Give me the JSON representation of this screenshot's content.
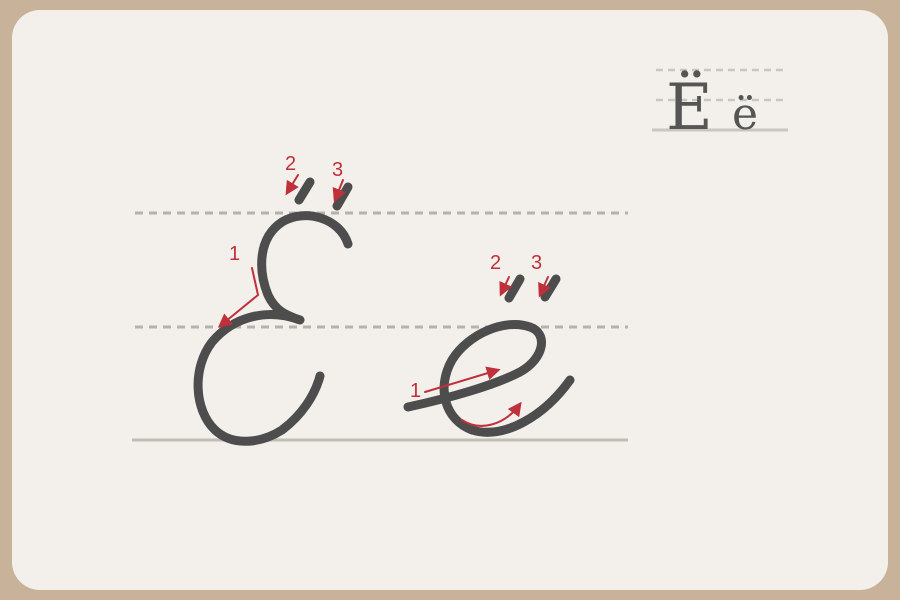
{
  "sample": {
    "uppercase": "Ё",
    "lowercase": "ё"
  },
  "uppercase_guide": {
    "stroke_labels": [
      "1",
      "2",
      "3"
    ]
  },
  "lowercase_guide": {
    "stroke_labels": [
      "1",
      "2",
      "3"
    ]
  },
  "colors": {
    "frame": "#c8b39a",
    "card": "#f3f0eb",
    "letter_stroke": "#4d4d4d",
    "guide_line": "#b5b1ab",
    "arrow": "#c0303a"
  }
}
